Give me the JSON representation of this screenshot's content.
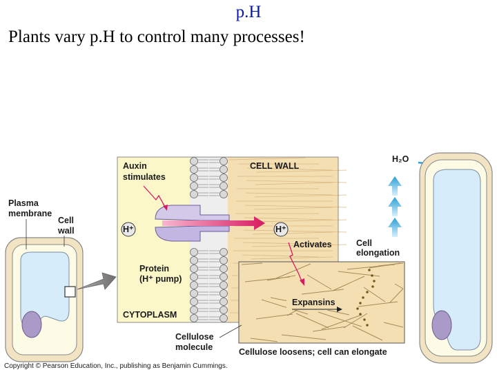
{
  "title": "p.H",
  "subtitle": "Plants vary p.H to control many processes!",
  "labels": {
    "auxin_1": "Auxin",
    "auxin_2": "stimulates",
    "cell_wall": "CELL WALL",
    "plasma_1": "Plasma",
    "plasma_2": "membrane",
    "cellwall_1": "Cell",
    "cellwall_2": "wall",
    "h_ion": "H⁺",
    "activates": "Activates",
    "elongation_1": "Cell",
    "elongation_2": "elongation",
    "protein_1": "Protein",
    "protein_2": "(H⁺ pump)",
    "expansins": "Expansins",
    "cytoplasm": "CYTOPLASM",
    "cellulose_1": "Cellulose",
    "cellulose_2": "molecule",
    "loosens": "Cellulose loosens; cell can elongate",
    "water": "H₂O",
    "copyright": "Copyright © Pearson Education, Inc., publishing as Benjamin Cummings."
  },
  "colors": {
    "title": "#0a1aa8",
    "cytoplasm_fill": "#fbf7c8",
    "cell_wall_fill": "#f4dfb3",
    "vacuole": "#d6ecfb",
    "nucleus": "#a99ac8",
    "arrow_magenta": "#d81b60",
    "arrow_blue": "#2a9fd8"
  }
}
